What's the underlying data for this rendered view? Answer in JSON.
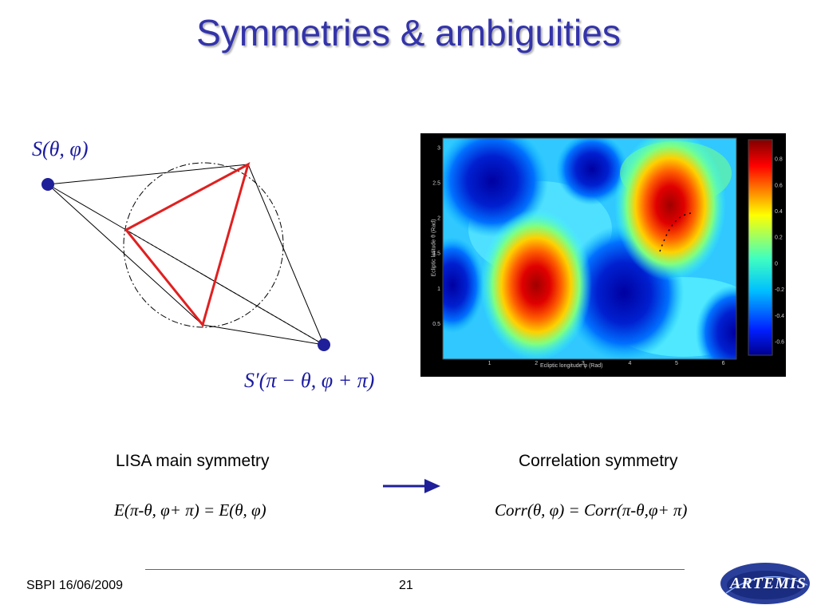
{
  "slide": {
    "title": "Symmetries & ambiguities",
    "source_label": "S(θ, φ)",
    "image_label": "S′(π − θ, φ + π)",
    "left_caption": "LISA main symmetry",
    "left_equation": "E(π-θ,  φ+  π) = E(θ,  φ)",
    "right_caption": "Correlation symmetry",
    "right_equation": "Corr(θ,  φ) = Corr(π-θ,φ+  π)"
  },
  "heatmap": {
    "x_axis_label": "Ecliptic longitude φ (Rad)",
    "y_axis_label": "Ecliptic latitude θ (Rad)",
    "x_ticks": [
      "1",
      "2",
      "3",
      "4",
      "5",
      "6"
    ],
    "y_ticks": [
      "0.5",
      "1",
      "1.5",
      "2",
      "2.5",
      "3"
    ],
    "colorbar_ticks": [
      "0.8",
      "0.6",
      "0.4",
      "0.2",
      "0",
      "-0.2",
      "-0.4",
      "-0.6"
    ]
  },
  "footer": {
    "left": "SBPI 16/06/2009",
    "page": "21",
    "logo_text": "ARTEMIS"
  },
  "colors": {
    "title": "#3333aa",
    "accent": "#1f1f9a",
    "triangle": "#e02020"
  }
}
